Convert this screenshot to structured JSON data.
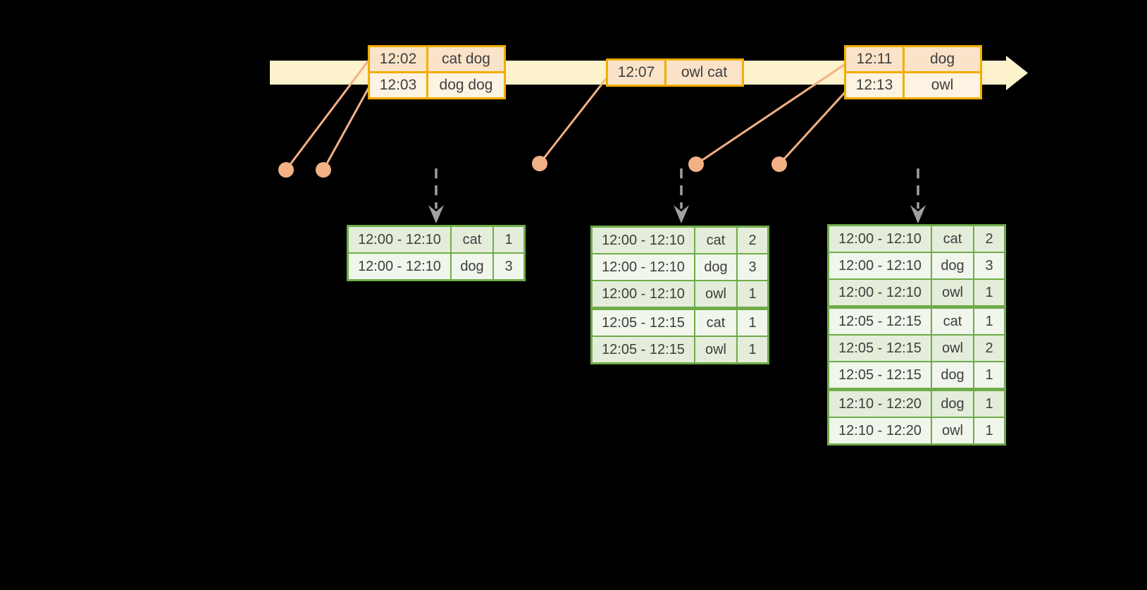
{
  "colors": {
    "background": "#000000",
    "band": "#fcf2cc",
    "orange-border": "#f2ae00",
    "orange-row-dark": "#fae3c8",
    "orange-row-light": "#fdf3e2",
    "salmon": "#f2b184",
    "gray-arrow": "#a0a0a0",
    "green-border": "#6fac49",
    "green-row-dark": "#e4edda",
    "green-row-light": "#f1f6ec",
    "text": "#3e3e3e"
  },
  "event_tables": [
    {
      "id": "events-batch-1",
      "rows": [
        {
          "time": "12:02",
          "words": "cat dog"
        },
        {
          "time": "12:03",
          "words": "dog dog"
        }
      ]
    },
    {
      "id": "events-batch-2",
      "rows": [
        {
          "time": "12:07",
          "words": "owl cat"
        }
      ]
    },
    {
      "id": "events-batch-3",
      "rows": [
        {
          "time": "12:11",
          "words": "dog"
        },
        {
          "time": "12:13",
          "words": "owl"
        }
      ]
    }
  ],
  "result_tables": [
    {
      "id": "result-table-1",
      "rows": [
        {
          "window": "12:00 - 12:10",
          "word": "cat",
          "count": "1"
        },
        {
          "window": "12:00 - 12:10",
          "word": "dog",
          "count": "3"
        }
      ]
    },
    {
      "id": "result-table-2",
      "rows": [
        {
          "window": "12:00 - 12:10",
          "word": "cat",
          "count": "2"
        },
        {
          "window": "12:00 - 12:10",
          "word": "dog",
          "count": "3"
        },
        {
          "window": "12:00 - 12:10",
          "word": "owl",
          "count": "1"
        },
        {
          "window": "12:05 - 12:15",
          "word": "cat",
          "count": "1"
        },
        {
          "window": "12:05 - 12:15",
          "word": "owl",
          "count": "1"
        }
      ]
    },
    {
      "id": "result-table-3",
      "rows": [
        {
          "window": "12:00 - 12:10",
          "word": "cat",
          "count": "2"
        },
        {
          "window": "12:00 - 12:10",
          "word": "dog",
          "count": "3"
        },
        {
          "window": "12:00 - 12:10",
          "word": "owl",
          "count": "1"
        },
        {
          "window": "12:05 - 12:15",
          "word": "cat",
          "count": "1"
        },
        {
          "window": "12:05 - 12:15",
          "word": "owl",
          "count": "2"
        },
        {
          "window": "12:05 - 12:15",
          "word": "dog",
          "count": "1"
        },
        {
          "window": "12:10 - 12:20",
          "word": "dog",
          "count": "1"
        },
        {
          "window": "12:10 - 12:20",
          "word": "owl",
          "count": "1"
        }
      ]
    }
  ]
}
